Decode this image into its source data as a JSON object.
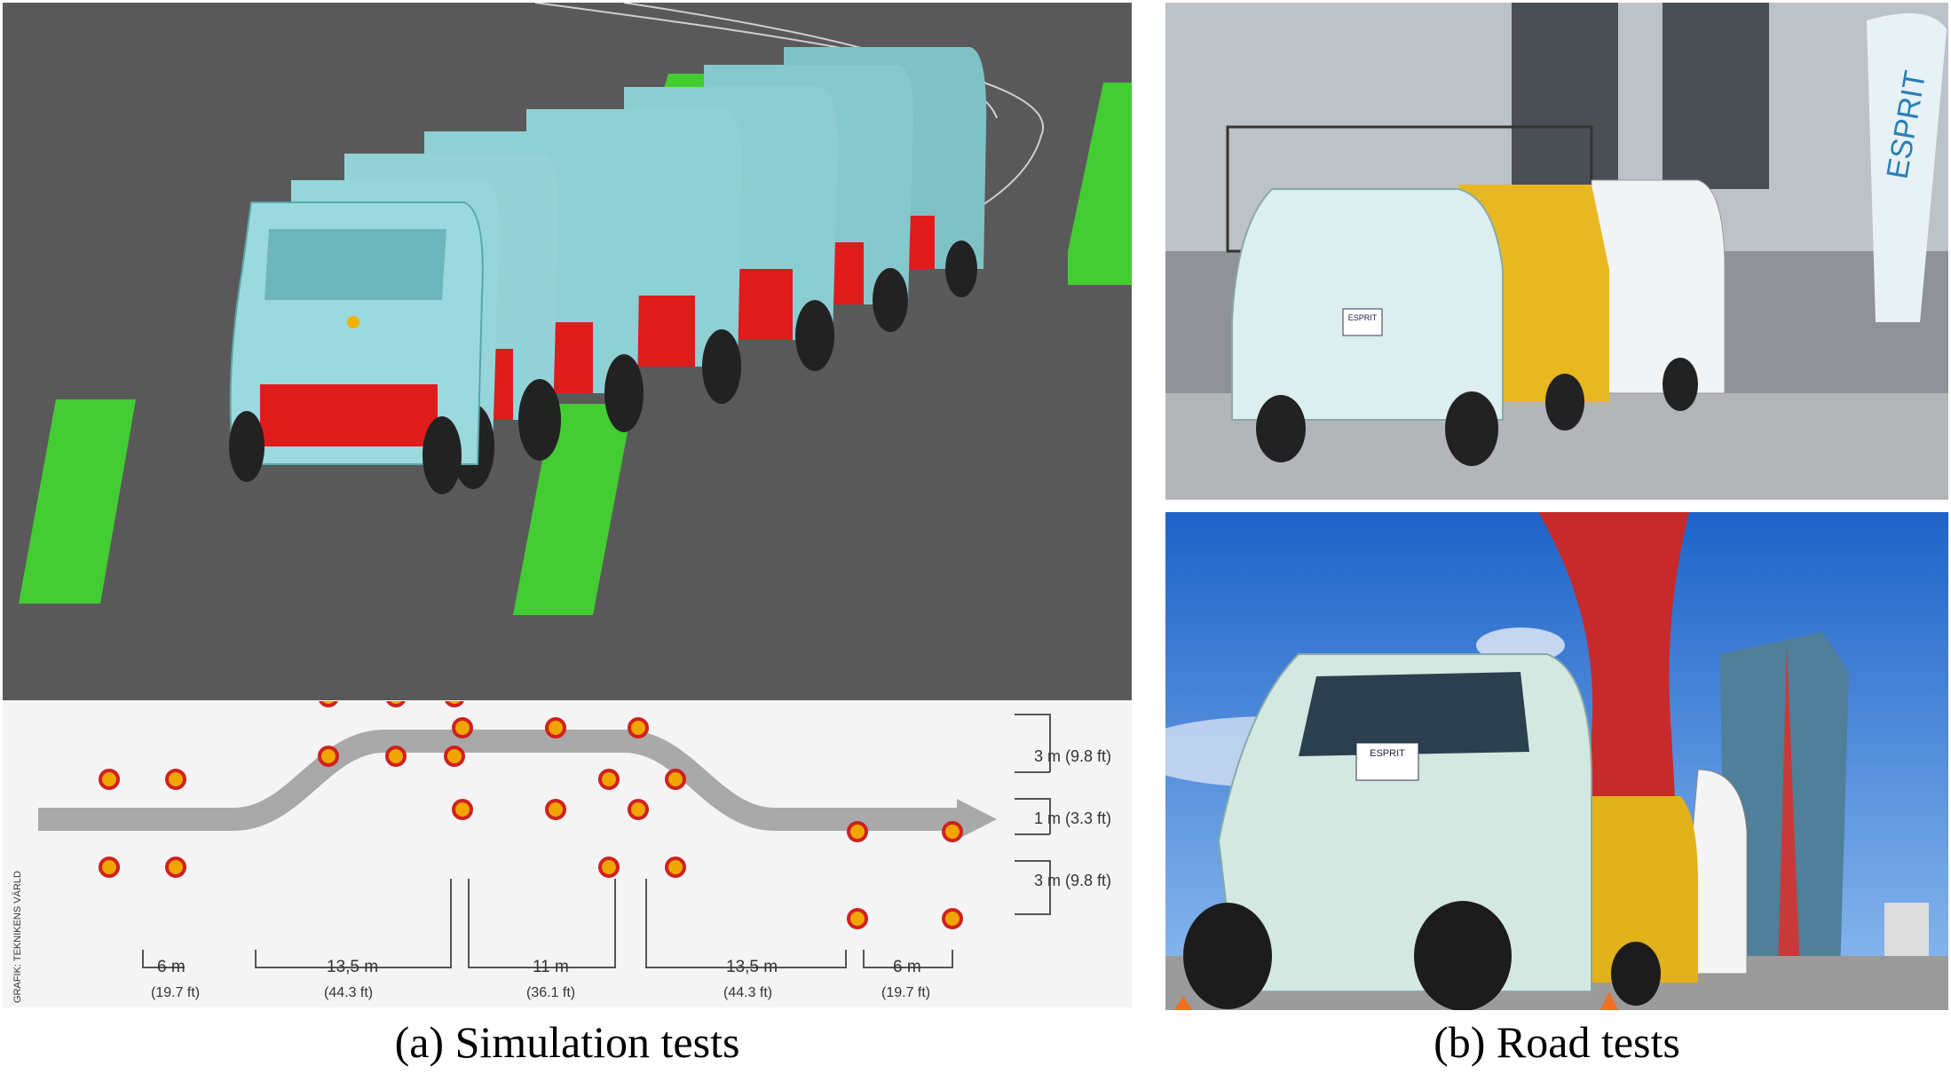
{
  "captions": {
    "a": "(a) Simulation tests",
    "b": "(b) Road tests"
  },
  "course": {
    "credit": "GRAFIK: TEKNIKENS VÄRLD",
    "segments": [
      {
        "m": "6 m",
        "ft": "(19.7 ft)"
      },
      {
        "m": "13,5 m",
        "ft": "(44.3 ft)"
      },
      {
        "m": "11 m",
        "ft": "(36.1 ft)"
      },
      {
        "m": "13,5 m",
        "ft": "(44.3 ft)"
      },
      {
        "m": "6 m",
        "ft": "(19.7 ft)"
      }
    ],
    "widths": [
      "3 m (9.8 ft)",
      "1 m (3.3 ft)",
      "3 m (9.8 ft)"
    ]
  },
  "road": {
    "flag_text": "ESPRIT",
    "plate_text": "ESPRIT"
  },
  "colors": {
    "car_body": "#8fd0d4",
    "chassis": "#e01b1b",
    "block": "#44cc33",
    "ground": "#595959",
    "cone": "#f0a500",
    "path": "#a9a9a9"
  }
}
